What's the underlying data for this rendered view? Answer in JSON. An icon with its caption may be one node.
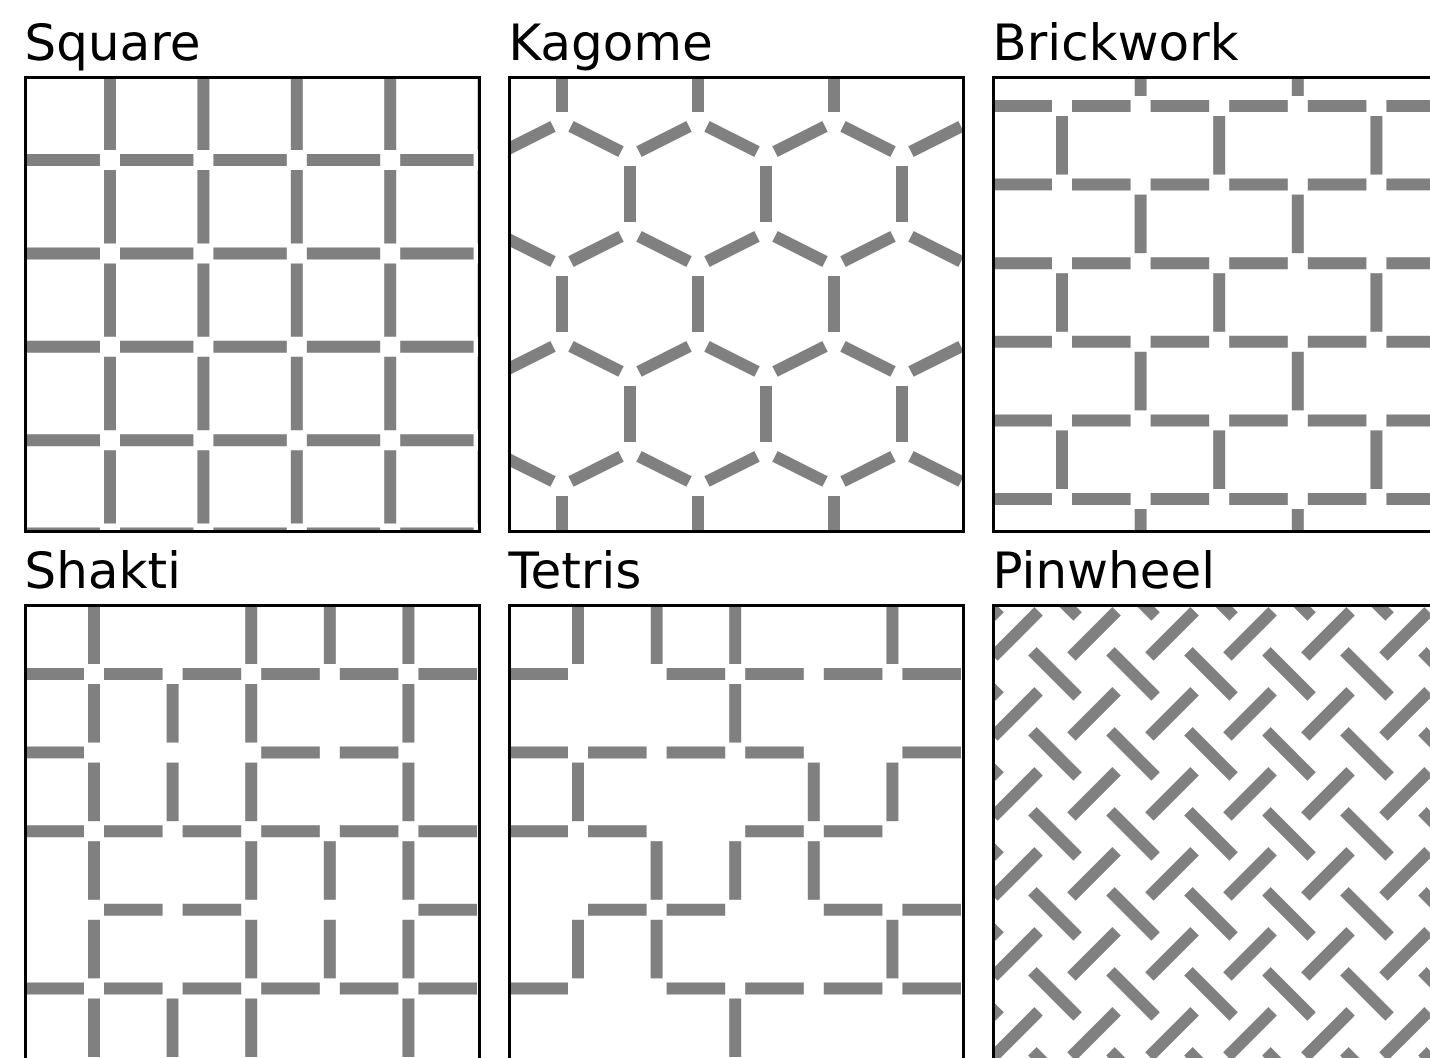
{
  "diagram": {
    "nodes": [
      {
        "text": [
          "Square"
        ]
      },
      {
        "text": [
          "Kagome"
        ]
      },
      {
        "text": [
          "Brickwork"
        ]
      },
      {
        "text": [
          "Shakti"
        ]
      },
      {
        "text": [
          "Tetris"
        ]
      },
      {
        "text": [
          "Pinwheel"
        ]
      }
    ]
  }
}
